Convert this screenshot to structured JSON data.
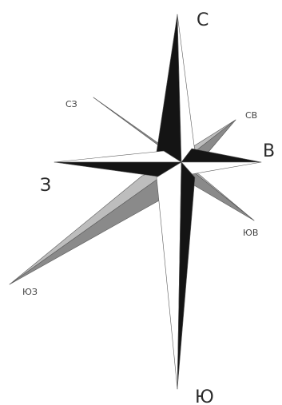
{
  "labels": {
    "north": "С",
    "east": "В",
    "west": "З",
    "south": "Ю",
    "northeast": "СВ",
    "northwest": "СЗ",
    "southeast": "ЮВ",
    "southwest": "ЮЗ"
  },
  "colors": {
    "dark": "#141414",
    "light": "#ffffff",
    "gray_light": "#bdbdbd",
    "gray_dark": "#8a8a8a",
    "outline": "#5a5a5a"
  }
}
